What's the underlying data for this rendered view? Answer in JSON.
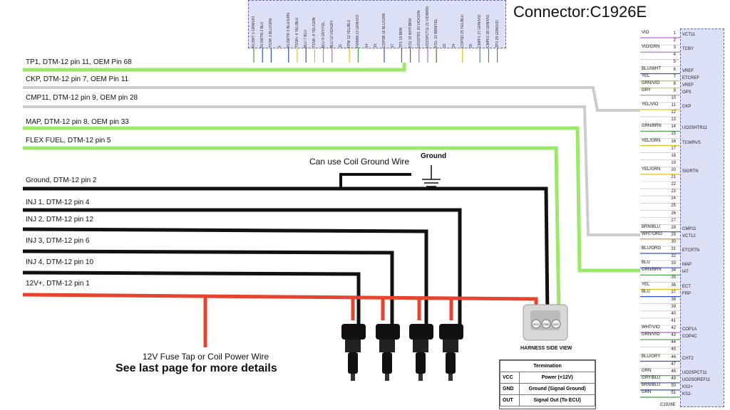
{
  "title": "Connector:C1926E",
  "wires": [
    {
      "label": "TP1, DTM-12 pin 11, OEM Pin 68",
      "color": "#9be86a"
    },
    {
      "label": "CKP, DTM-12 pin 7, OEM Pin 11",
      "color": "#cccccc"
    },
    {
      "label": "CMP11, DTM-12 pin 9, OEM pin 28",
      "color": "#cccccc"
    },
    {
      "label": "MAP, DTM-12 pin 8, OEM pin 33",
      "color": "#9be86a"
    },
    {
      "label": "FLEX FUEL, DTM-12 pin 5",
      "color": "#9be86a"
    },
    {
      "label": "Ground, DTM-12 pin 2",
      "color": "#111111"
    },
    {
      "label": "INJ 1, DTM-12 pin 4",
      "color": "#111111"
    },
    {
      "label": "INJ 2, DTM-12 pin 12",
      "color": "#111111"
    },
    {
      "label": "INJ 3, DTM-12 pin 6",
      "color": "#111111"
    },
    {
      "label": "INJ 4, DTM-12 pin 10",
      "color": "#111111"
    },
    {
      "label": "12V+, DTM-12 pin 1",
      "color": "#e8432e"
    }
  ],
  "coil_ground_note": "Can use Coil Ground Wire",
  "ground_label": "Ground",
  "fuse_note": "12V Fuse Tap or Coil Power Wire",
  "details_note": "See last page for more details",
  "sensor": {
    "pins": [
      "VCC",
      "GND",
      "OUT"
    ],
    "caption": "HARNESS SIDE VIEW"
  },
  "termination": {
    "header": "Termination",
    "rows": [
      {
        "pin": "VCC",
        "desc": "Power (+12V)"
      },
      {
        "pin": "GND",
        "desc": "Ground (Signal Ground)"
      },
      {
        "pin": "OUT",
        "desc": "Signal Out (To ECU)"
      }
    ]
  },
  "right_connector": {
    "label": "C1926E",
    "pins": [
      {
        "n": "1",
        "color": "VIO",
        "func": "VCT11",
        "wire": "#c060d0"
      },
      {
        "n": "2",
        "color": "",
        "func": "",
        "wire": ""
      },
      {
        "n": "3",
        "color": "VIO/GRN",
        "func": "TCBY",
        "wire": "#c060d0"
      },
      {
        "n": "4",
        "color": "",
        "func": "",
        "wire": ""
      },
      {
        "n": "5",
        "color": "",
        "func": "",
        "wire": ""
      },
      {
        "n": "6",
        "color": "BLU/WHT",
        "func": "VREF",
        "wire": "#3050d0"
      },
      {
        "n": "7",
        "color": "YEL",
        "func": "ETCREF",
        "wire": "#e0c020"
      },
      {
        "n": "8",
        "color": "GRN/VIO",
        "func": "VREF",
        "wire": "#e0c020"
      },
      {
        "n": "9",
        "color": "GRY",
        "func": "OPS",
        "wire": "#999999"
      },
      {
        "n": "10",
        "color": "",
        "func": "",
        "wire": ""
      },
      {
        "n": "11",
        "color": "YEL/VIO",
        "func": "CKP",
        "wire": "#e0c020"
      },
      {
        "n": "12",
        "color": "",
        "func": "",
        "wire": ""
      },
      {
        "n": "13",
        "color": "",
        "func": "",
        "wire": ""
      },
      {
        "n": "14",
        "color": "GRN/BRN",
        "func": "UO2SHTR11",
        "wire": "#40a040"
      },
      {
        "n": "15",
        "color": "",
        "func": "",
        "wire": ""
      },
      {
        "n": "16",
        "color": "YEL/GRN",
        "func": "TCWRVS",
        "wire": "#e0c020"
      },
      {
        "n": "17",
        "color": "",
        "func": "",
        "wire": ""
      },
      {
        "n": "18",
        "color": "",
        "func": "",
        "wire": ""
      },
      {
        "n": "19",
        "color": "",
        "func": "",
        "wire": ""
      },
      {
        "n": "20",
        "color": "YEL/GRN",
        "func": "SIGRTN",
        "wire": "#e0c020"
      },
      {
        "n": "21",
        "color": "",
        "func": "",
        "wire": ""
      },
      {
        "n": "22",
        "color": "",
        "func": "",
        "wire": ""
      },
      {
        "n": "23",
        "color": "",
        "func": "",
        "wire": ""
      },
      {
        "n": "24",
        "color": "",
        "func": "",
        "wire": ""
      },
      {
        "n": "25",
        "color": "",
        "func": "",
        "wire": ""
      },
      {
        "n": "26",
        "color": "",
        "func": "",
        "wire": ""
      },
      {
        "n": "27",
        "color": "",
        "func": "",
        "wire": ""
      },
      {
        "n": "28",
        "color": "BRN/BLU",
        "func": "CMP11",
        "wire": "#3050d0"
      },
      {
        "n": "29",
        "color": "WHT/ORG",
        "func": "VCT12",
        "wire": "#e08020"
      },
      {
        "n": "30",
        "color": "",
        "func": "",
        "wire": ""
      },
      {
        "n": "31",
        "color": "BLU/ORG",
        "func": "ETCRTN",
        "wire": "#3050d0"
      },
      {
        "n": "32",
        "color": "",
        "func": "",
        "wire": ""
      },
      {
        "n": "33",
        "color": "BLU",
        "func": "MAP",
        "wire": "#3050d0"
      },
      {
        "n": "34",
        "color": "GRN/BRN",
        "func": "IAT",
        "wire": "#40a040"
      },
      {
        "n": "35",
        "color": "",
        "func": "",
        "wire": ""
      },
      {
        "n": "36",
        "color": "YEL",
        "func": "ECT",
        "wire": "#e0c020"
      },
      {
        "n": "37",
        "color": "BLU",
        "func": "FRP",
        "wire": "#3050d0"
      },
      {
        "n": "38",
        "color": "",
        "func": "",
        "wire": ""
      },
      {
        "n": "39",
        "color": "",
        "func": "",
        "wire": ""
      },
      {
        "n": "40",
        "color": "",
        "func": "",
        "wire": ""
      },
      {
        "n": "41",
        "color": "",
        "func": "",
        "wire": ""
      },
      {
        "n": "42",
        "color": "WHT/VIO",
        "func": "COP1A",
        "wire": "#c060d0"
      },
      {
        "n": "43",
        "color": "GRN/VIO",
        "func": "COP4C",
        "wire": "#40a040"
      },
      {
        "n": "44",
        "color": "",
        "func": "",
        "wire": ""
      },
      {
        "n": "45",
        "color": "",
        "func": "",
        "wire": ""
      },
      {
        "n": "46",
        "color": "BLU/GRY",
        "func": "CHT2",
        "wire": "#3050d0"
      },
      {
        "n": "47",
        "color": "",
        "func": "",
        "wire": ""
      },
      {
        "n": "48",
        "color": "GRN",
        "func": "UO2SPCT11",
        "wire": "#40a040"
      },
      {
        "n": "49",
        "color": "GRY/BLU",
        "func": "UO2SGREF11",
        "wire": "#3050d0"
      },
      {
        "n": "50",
        "color": "BRN/BLU",
        "func": "KS2+",
        "wire": "#3050d0"
      },
      {
        "n": "51",
        "color": "GRN",
        "func": "KS2-",
        "wire": "#40a040"
      }
    ]
  },
  "top_connector": {
    "label": "C1926E",
    "cols": [
      {
        "num": "1",
        "color": "GRN/VIO",
        "func": "RLSWT",
        "wire": "#40a040"
      },
      {
        "num": "2",
        "color": "BLU",
        "func": "RLSWTN",
        "wire": "#3050d0"
      },
      {
        "num": "3",
        "color": "BLU/GRN",
        "func": "TSSR",
        "wire": "#3050d0"
      },
      {
        "num": "4",
        "color": "",
        "func": "",
        "wire": ""
      },
      {
        "num": "5",
        "color": "BLU/GRN",
        "func": "RLSWTR",
        "wire": "#3050d0"
      },
      {
        "num": "6",
        "color": "YEL/BLU",
        "func": "TSSR+",
        "wire": "#e0c020"
      },
      {
        "num": "7",
        "color": "BLU",
        "func": "BLU",
        "wire": "#3050d0"
      },
      {
        "num": "8",
        "color": "YEL/GRN",
        "func": "TSSR-",
        "wire": "#e0c020"
      },
      {
        "num": "9",
        "color": "GRY/YEL",
        "func": "BLU",
        "wire": "#999999"
      },
      {
        "num": "10",
        "color": "VIO/GRY",
        "func": "BLU",
        "wire": "#c060d0"
      },
      {
        "num": "11",
        "color": "",
        "func": "",
        "wire": ""
      },
      {
        "num": "12",
        "color": "YEL/BLU",
        "func": "FPM",
        "wire": "#e0c020"
      },
      {
        "num": "13",
        "color": "GRN/VIO",
        "func": "FWMIN",
        "wire": "#40a040"
      },
      {
        "num": "14",
        "color": "",
        "func": "",
        "wire": ""
      },
      {
        "num": "15",
        "color": "",
        "func": "",
        "wire": ""
      },
      {
        "num": "16",
        "color": "BLU/GRN",
        "func": "COPSB",
        "wire": "#3050d0"
      },
      {
        "num": "17",
        "color": "",
        "func": "",
        "wire": ""
      },
      {
        "num": "18",
        "color": "BRN",
        "func": "TP1",
        "wire": "#8a5a2a"
      },
      {
        "num": "19",
        "color": "WHT/BRN",
        "func": "KS1",
        "wire": "#8a5a2a"
      },
      {
        "num": "20",
        "color": "VIO/GRN",
        "func": "UO2STR1",
        "wire": "#c060d0"
      },
      {
        "num": "21",
        "color": "VIO/BRN",
        "func": "UO2SPCT11",
        "wire": "#c060d0"
      },
      {
        "num": "22",
        "color": "BRN/YEL",
        "func": "KS1-",
        "wire": "#8a5a2a"
      },
      {
        "num": "23",
        "color": "",
        "func": "",
        "wire": ""
      },
      {
        "num": "24",
        "color": "",
        "func": "",
        "wire": ""
      },
      {
        "num": "25",
        "color": "YEL/BLU",
        "func": "COPSD",
        "wire": "#e0c020"
      },
      {
        "num": "26",
        "color": "",
        "func": "",
        "wire": ""
      },
      {
        "num": "27",
        "color": "GRN/VIO",
        "func": "CMPF1",
        "wire": "#40a040"
      },
      {
        "num": "28",
        "color": "GRN/VIO",
        "func": "CMPF2",
        "wire": "#40a040"
      },
      {
        "num": "29",
        "color": "GRN/VIO",
        "func": "TP2",
        "wire": "#40a040"
      }
    ]
  }
}
